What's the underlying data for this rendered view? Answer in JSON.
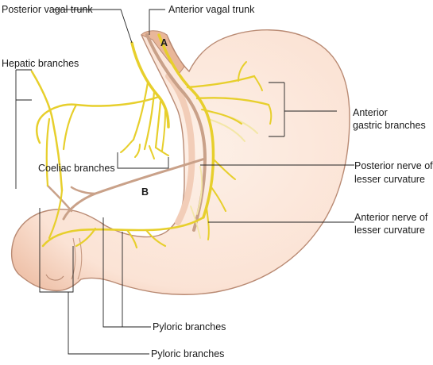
{
  "diagram": {
    "labels": {
      "posterior_vagal_trunk": "Posterior vagal trunk",
      "anterior_vagal_trunk": "Anterior vagal trunk",
      "hepatic_branches": "Hepatic branches",
      "anterior_gastric_branches_line1": "Anterior",
      "anterior_gastric_branches_line2": "gastric branches",
      "coeliac_branches": "Coeliac branches",
      "posterior_nerve_line1": "Posterior nerve of",
      "posterior_nerve_line2": "lesser curvature",
      "anterior_nerve_line1": "Anterior nerve of",
      "anterior_nerve_line2": "lesser curvature",
      "pyloric_branches_upper": "Pyloric branches",
      "pyloric_branches_lower": "Pyloric branches",
      "marker_a": "A",
      "marker_b": "B"
    },
    "colors": {
      "stomach_fill": "#fbe3d5",
      "stomach_outline": "#b98a73",
      "anterior_nerve": "#e7cf2c",
      "posterior_nerve": "#c9a189",
      "pale_nerve": "#f3e7a8"
    }
  }
}
